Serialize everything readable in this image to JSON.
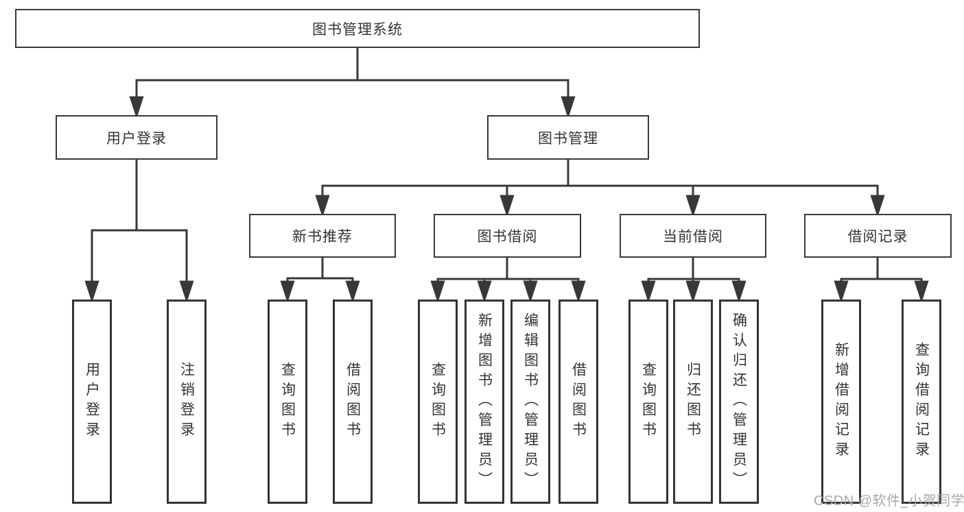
{
  "diagram": {
    "title": "图书管理系统",
    "branches": [
      {
        "label": "用户登录",
        "children": [
          "用户登录",
          "注销登录"
        ]
      },
      {
        "label": "图书管理",
        "children": [
          {
            "label": "新书推荐",
            "children": [
              "查询图书",
              "借阅图书"
            ]
          },
          {
            "label": "图书借阅",
            "children": [
              "查询图书",
              "新增图书（管理员）",
              "编辑图书（管理员）",
              "借阅图书"
            ]
          },
          {
            "label": "当前借阅",
            "children": [
              "查询图书",
              "归还图书",
              "确认归还（管理员）"
            ]
          },
          {
            "label": "借阅记录",
            "children": [
              "新增借阅记录",
              "查询借阅记录"
            ]
          }
        ]
      }
    ]
  },
  "colors": {
    "line": "#383838",
    "box_border": "#383838",
    "text": "#333333",
    "watermark": "#a8a8a8"
  },
  "watermark": {
    "text": "CSDN @软件_小贺同学"
  }
}
